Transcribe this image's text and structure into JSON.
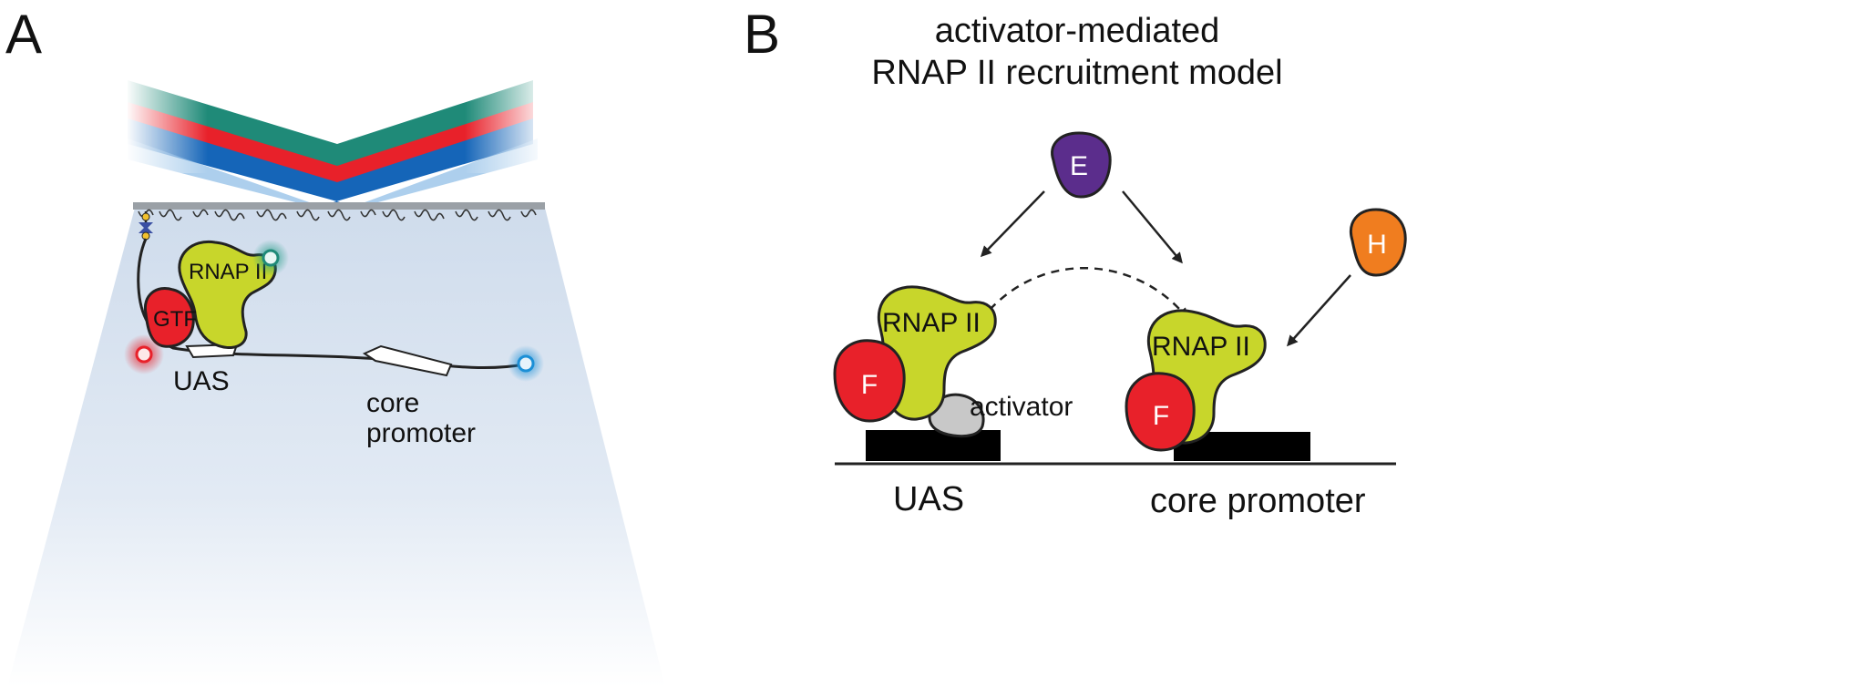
{
  "figure": {
    "panel_a": {
      "letter": "A",
      "rnap_label": "RNAP II",
      "gtf_label": "GTF",
      "uas_label": "UAS",
      "core_label_line1": "core",
      "core_label_line2": "promoter"
    },
    "panel_b": {
      "letter": "B",
      "title_line1": "activator-mediated",
      "title_line2": "RNAP II recruitment model",
      "e_label": "E",
      "h_label": "H",
      "rnap_left_label": "RNAP II",
      "rnap_right_label": "RNAP II",
      "f_left_label": "F",
      "f_right_label": "F",
      "activator_label": "activator",
      "uas_label": "UAS",
      "core_label": "core promoter"
    },
    "colors": {
      "rnap": "#c8d62b",
      "gtf": "#e8212a",
      "e_factor": "#5b2d8c",
      "h_factor": "#f07d1f",
      "activator": "#c8c8c8",
      "beam_green": "#1f8a78",
      "beam_red": "#e8212a",
      "beam_blue": "#1565b8"
    }
  }
}
